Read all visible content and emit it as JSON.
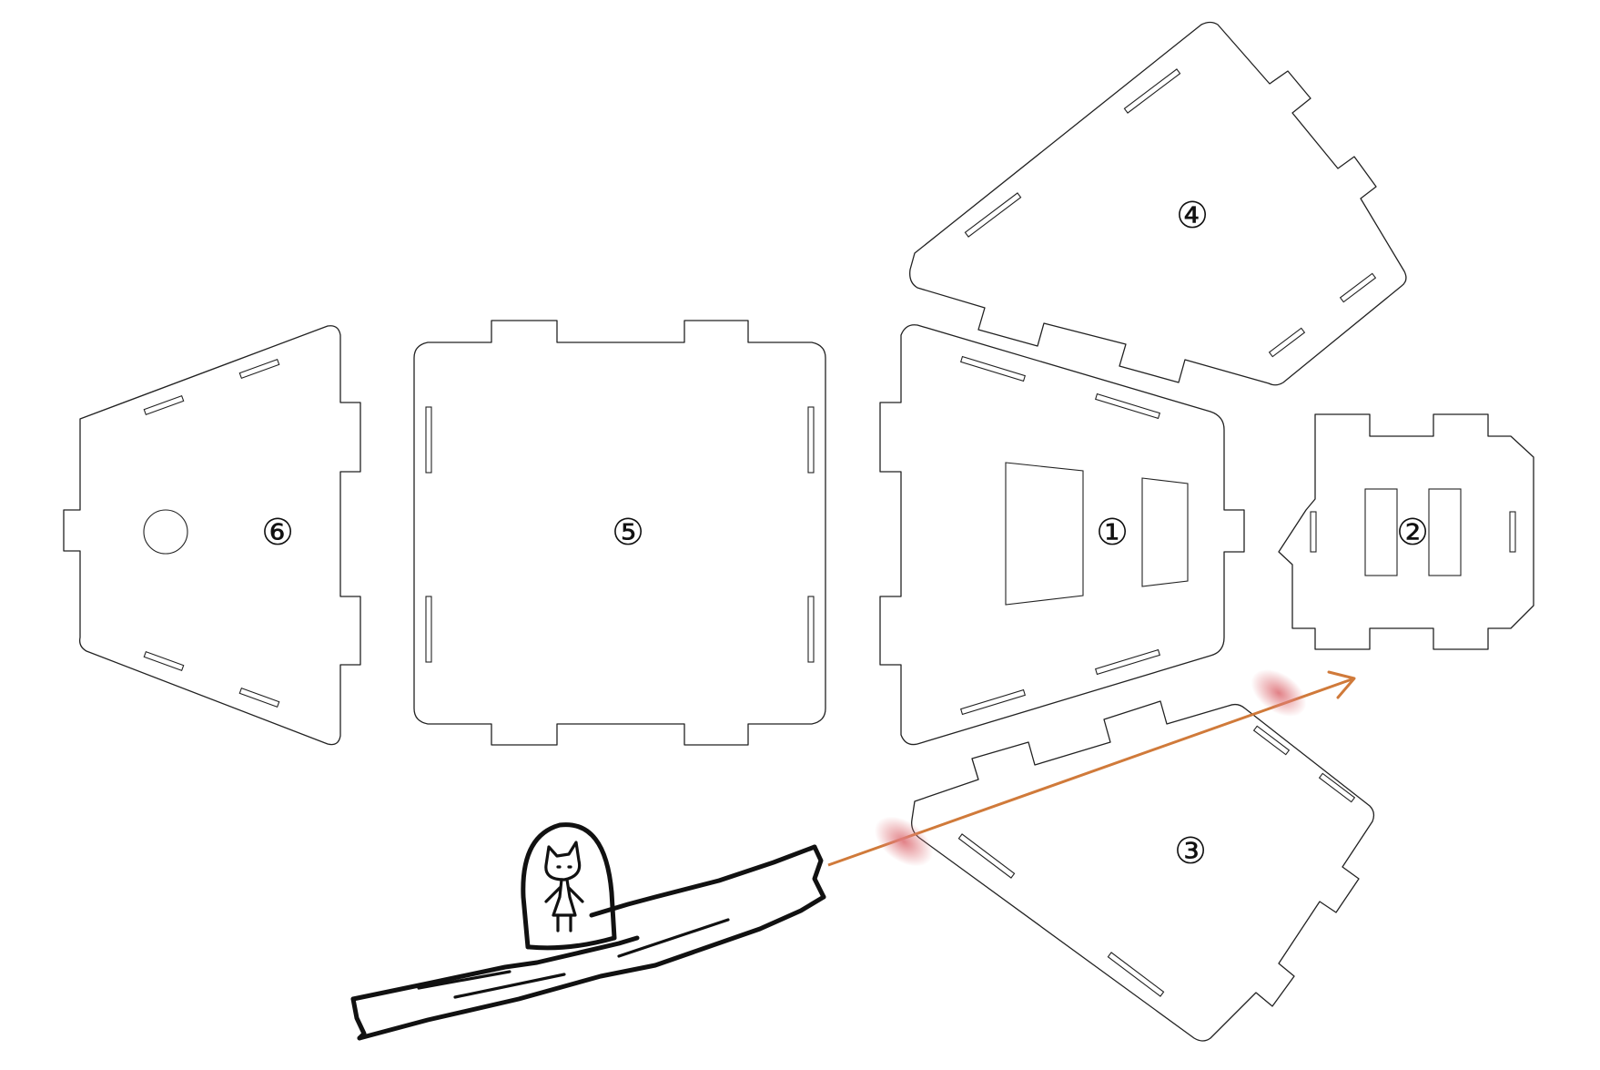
{
  "diagram": {
    "part_labels": [
      "①",
      "②",
      "③",
      "④",
      "⑤",
      "⑥"
    ],
    "colors": {
      "outline": "#222222",
      "arrow": "#d07a3a",
      "highlight": "#e07a80",
      "sketch": "#111111"
    },
    "icons": [
      "cat-figure-sketch",
      "wooden-plank-sketch",
      "direction-arrow"
    ]
  }
}
